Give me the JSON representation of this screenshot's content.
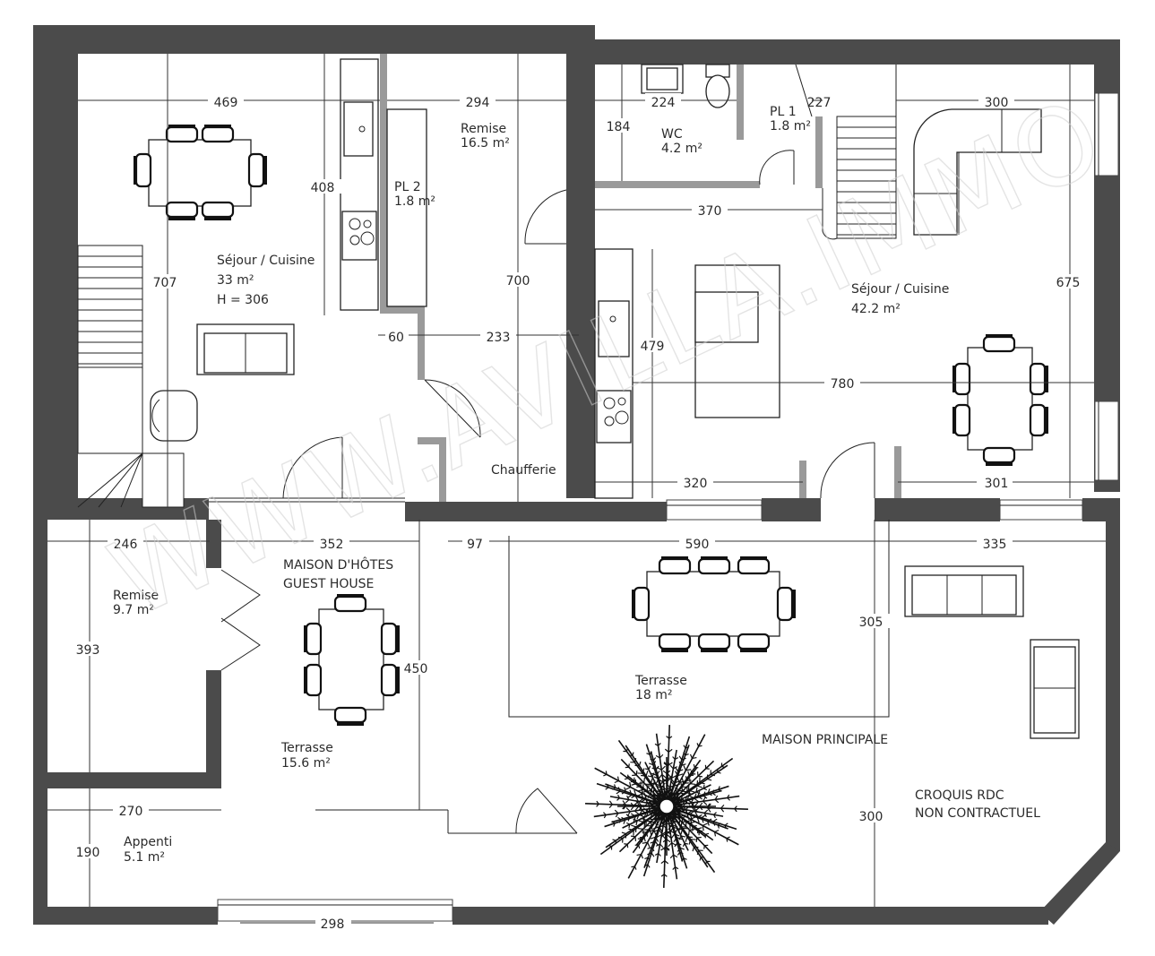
{
  "rooms": {
    "sejour_left": {
      "name": "Séjour / Cuisine",
      "area": "33 m²",
      "height": "H = 306"
    },
    "remise_top": {
      "name": "Remise",
      "area": "16.5 m²"
    },
    "pl2": {
      "name": "PL 2",
      "area": "1.8 m²"
    },
    "wc": {
      "name": "WC",
      "area": "4.2 m²"
    },
    "pl1": {
      "name": "PL 1",
      "area": "1.8 m²"
    },
    "sejour_right": {
      "name": "Séjour / Cuisine",
      "area": "42.2 m²"
    },
    "chaufferie": {
      "name": "Chaufferie"
    },
    "remise_bottom": {
      "name": "Remise",
      "area": "9.7 m²"
    },
    "guest_house": {
      "line1": "MAISON D'HÔTES",
      "line2": "GUEST HOUSE"
    },
    "terrasse_left": {
      "name": "Terrasse",
      "area": "15.6 m²"
    },
    "terrasse_right": {
      "name": "Terrasse",
      "area": "18 m²"
    },
    "appenti": {
      "name": "Appenti",
      "area": "5.1 m²"
    },
    "maison_principale": {
      "name": "MAISON PRINCIPALE"
    }
  },
  "note": {
    "line1": "CROQUIS RDC",
    "line2": "NON CONTRACTUEL"
  },
  "watermark": "WWW.AVILLA.IMMO",
  "dimensions": {
    "d469": "469",
    "d294": "294",
    "d224": "224",
    "d227": "227",
    "d300a": "300",
    "d184": "184",
    "d408": "408",
    "d370": "370",
    "d707": "707",
    "d700": "700",
    "d675": "675",
    "d60": "60",
    "d233": "233",
    "d479": "479",
    "d780": "780",
    "d320": "320",
    "d301": "301",
    "d246": "246",
    "d352": "352",
    "d97": "97",
    "d590": "590",
    "d335": "335",
    "d393": "393",
    "d450": "450",
    "d305": "305",
    "d270": "270",
    "d190": "190",
    "d300b": "300",
    "d298": "298"
  }
}
